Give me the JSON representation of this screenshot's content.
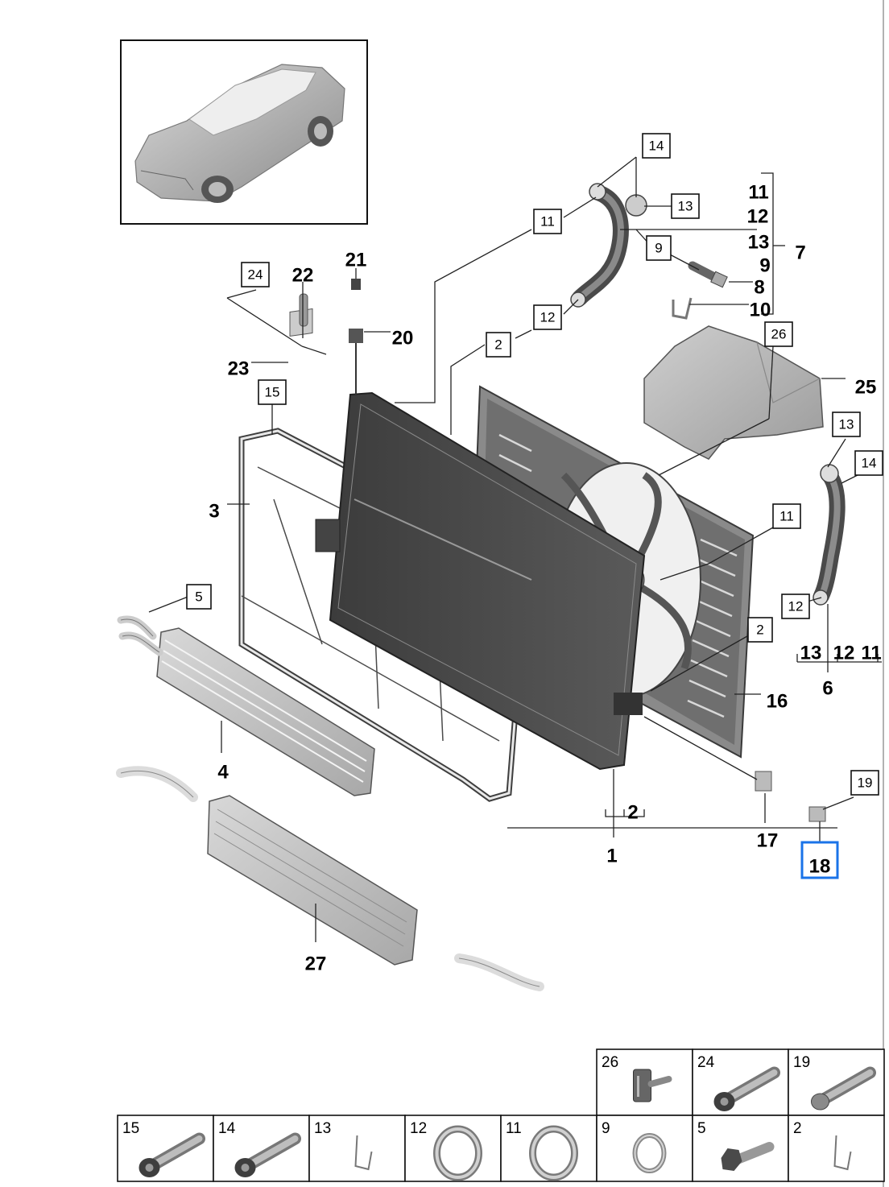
{
  "diagram": {
    "highlight_color": "#1a73e8",
    "highlighted_callout": "18",
    "bold_callouts": [
      {
        "id": "1",
        "label": "1"
      },
      {
        "id": "2b",
        "label": "2"
      },
      {
        "id": "3",
        "label": "3"
      },
      {
        "id": "4",
        "label": "4"
      },
      {
        "id": "6",
        "label": "6"
      },
      {
        "id": "7",
        "label": "7"
      },
      {
        "id": "8",
        "label": "8"
      },
      {
        "id": "9b",
        "label": "9"
      },
      {
        "id": "10",
        "label": "10"
      },
      {
        "id": "11b",
        "label": "11"
      },
      {
        "id": "12b",
        "label": "12"
      },
      {
        "id": "13b",
        "label": "13"
      },
      {
        "id": "16",
        "label": "16"
      },
      {
        "id": "17",
        "label": "17"
      },
      {
        "id": "18",
        "label": "18"
      },
      {
        "id": "20",
        "label": "20"
      },
      {
        "id": "21",
        "label": "21"
      },
      {
        "id": "22",
        "label": "22"
      },
      {
        "id": "23",
        "label": "23"
      },
      {
        "id": "25",
        "label": "25"
      },
      {
        "id": "27",
        "label": "27"
      },
      {
        "id": "13c",
        "label": "13"
      },
      {
        "id": "12c",
        "label": "12"
      },
      {
        "id": "11c",
        "label": "11"
      }
    ],
    "boxed_callouts": [
      {
        "id": "14a",
        "label": "14"
      },
      {
        "id": "13a",
        "label": "13"
      },
      {
        "id": "11a",
        "label": "11"
      },
      {
        "id": "9a",
        "label": "9"
      },
      {
        "id": "12a",
        "label": "12"
      },
      {
        "id": "2a",
        "label": "2"
      },
      {
        "id": "24",
        "label": "24"
      },
      {
        "id": "15",
        "label": "15"
      },
      {
        "id": "26",
        "label": "26"
      },
      {
        "id": "13d",
        "label": "13"
      },
      {
        "id": "14d",
        "label": "14"
      },
      {
        "id": "11d",
        "label": "11"
      },
      {
        "id": "12d",
        "label": "12"
      },
      {
        "id": "2d",
        "label": "2"
      },
      {
        "id": "5",
        "label": "5"
      },
      {
        "id": "19",
        "label": "19"
      }
    ],
    "fastener_table": {
      "top_row": [
        "26",
        "24",
        "19"
      ],
      "bottom_row": [
        "15",
        "14",
        "13",
        "12",
        "11",
        "9",
        "5",
        "2"
      ],
      "icons": {
        "26": "clip-nut-icon",
        "24": "flange-bolt-icon",
        "19": "bolt-icon",
        "15": "flange-bolt-icon",
        "14": "flange-bolt-icon",
        "13": "spring-clip-icon",
        "12": "o-ring-icon",
        "11": "o-ring-icon",
        "9": "seal-ring-icon",
        "5": "hex-flange-bolt-icon",
        "2": "spring-clip-icon"
      }
    },
    "thumbnail": "vehicle-icon"
  }
}
